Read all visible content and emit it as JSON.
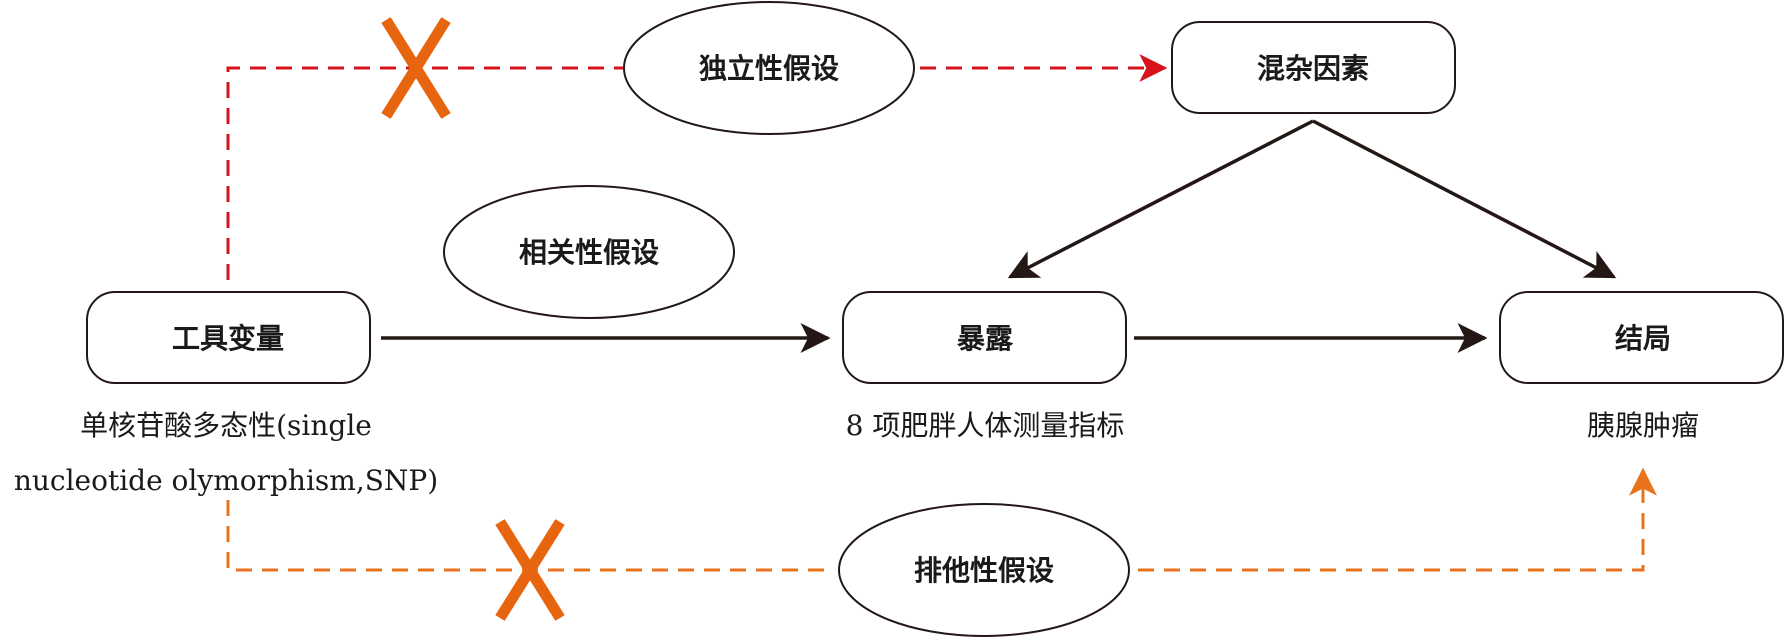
{
  "nodes": {
    "instrument": {
      "label": "工具变量",
      "caption_line1": "单核苷酸多态性(single",
      "caption_line2": "nucleotide olymorphism,SNP)"
    },
    "exposure": {
      "label": "暴露",
      "caption": "8 项肥胖人体测量指标"
    },
    "outcome": {
      "label": "结局",
      "caption": "胰腺肿瘤"
    },
    "confounder": {
      "label": "混杂因素"
    }
  },
  "assumptions": {
    "independence": "独立性假设",
    "relevance": "相关性假设",
    "exclusion": "排他性假设"
  },
  "colors": {
    "red_dashed": "#d7131e",
    "orange_dashed": "#e8731c",
    "cross": "#e8650f",
    "solid_arrow": "#231815"
  }
}
